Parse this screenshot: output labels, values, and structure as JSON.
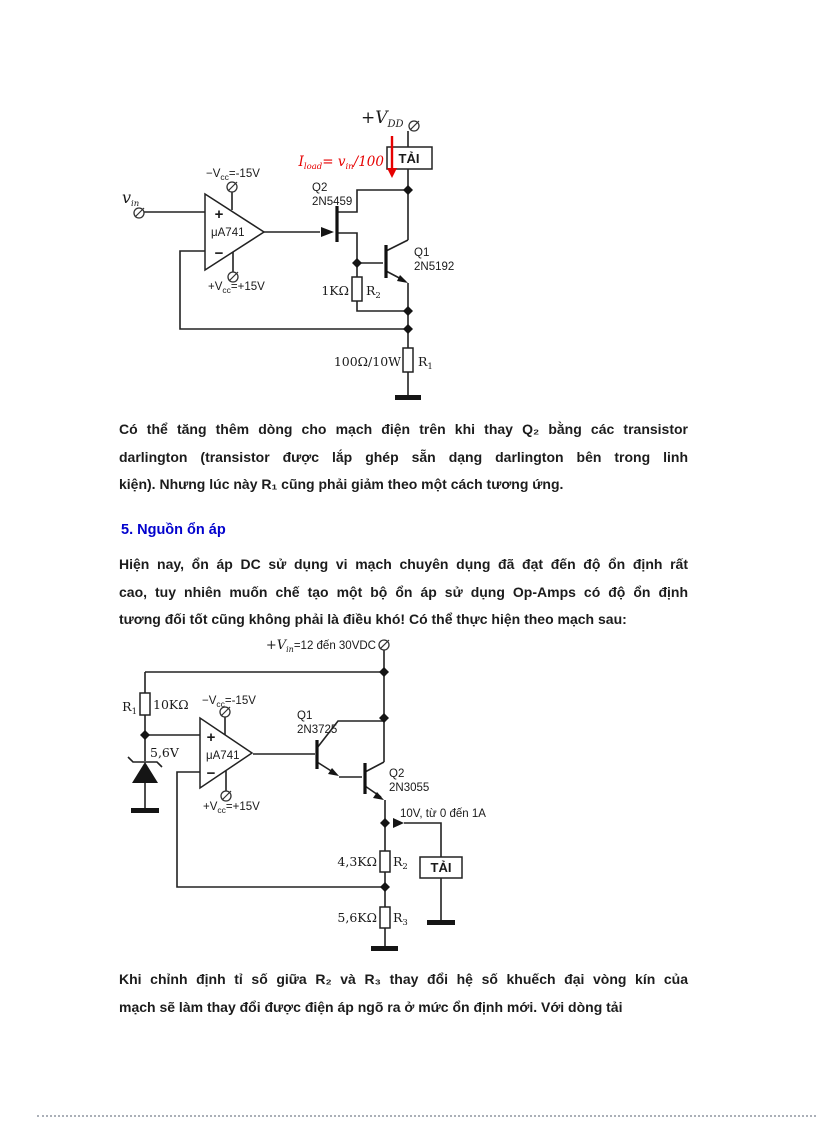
{
  "page": {
    "bg": "#ffffff",
    "text_color": "#1c1c1c",
    "accent_red": "#e60000",
    "heading_blue": "#0101cd"
  },
  "heading": {
    "label": "5. Nguồn ổn áp"
  },
  "paragraphs": {
    "p1": {
      "line1": "Có thể tăng thêm dòng cho mạch điện trên khi thay Q₂ bằng các transistor",
      "line2": "darlington (transistor được lắp ghép sẵn dạng darlington bên trong linh",
      "line3": "kiện). Nhưng  lúc này R₁ cũng phải giảm theo một cách tương ứng."
    },
    "p2": {
      "line1": "Hiện nay, ổn áp DC sử dụng vi mạch chuyên dụng đã đạt đến độ ổn định rất",
      "line2": "cao, tuy nhiên  muốn chế tạo một bộ ổn áp sử dụng Op-Amps có độ ổn định",
      "line3": "tương đối tốt cũng không phải là điều khó! Có thể thực hiện theo mạch sau:"
    },
    "p3": {
      "line1": "Khi chỉnh định tỉ số giữa R₂ và R₃ thay đổi hệ số khuếch đại vòng kín của",
      "line2": "mạch sẽ làm thay đổi được điện áp ngõ ra ở mức ổn định mới. Với dòng tải"
    }
  },
  "circuit1": {
    "vin": {
      "main": "v",
      "sub": "in"
    },
    "vdd": {
      "main": "+V",
      "sub": "DD"
    },
    "iload": {
      "i": "I",
      "i_sub": "load",
      "eq": "= ",
      "v": "v",
      "v_sub": "in",
      "denom": "/100"
    },
    "load_box": "TẢI",
    "opamp": {
      "name": "μA741",
      "plus": "+",
      "minus": "−"
    },
    "vcc_neg": {
      "main": "−V",
      "sub": "cc",
      "value": "=-15V"
    },
    "vcc_pos": {
      "main": "+V",
      "sub": "cc",
      "value": "=+15V"
    },
    "q2": {
      "name": "Q2",
      "part": "2N5459"
    },
    "q1": {
      "name": "Q1",
      "part": "2N5192"
    },
    "r2": {
      "value": "1KΩ",
      "ref": "R",
      "ref_sub": "2"
    },
    "r1": {
      "value": "100Ω/10W",
      "ref": "R",
      "ref_sub": "1"
    }
  },
  "circuit2": {
    "vin_rail": {
      "main": "+V",
      "sub": "in",
      "value": "=12 đến 30VDC"
    },
    "r1": {
      "ref": "R",
      "ref_sub": "1",
      "value": "10KΩ"
    },
    "zener": {
      "value": "5,6V"
    },
    "opamp": {
      "name": "μA741",
      "plus": "+",
      "minus": "−"
    },
    "vcc_neg": {
      "main": "−V",
      "sub": "cc",
      "value": "=-15V"
    },
    "vcc_pos": {
      "main": "+V",
      "sub": "cc",
      "value": "=+15V"
    },
    "q1": {
      "name": "Q1",
      "part": "2N3725"
    },
    "q2": {
      "name": "Q2",
      "part": "2N3055"
    },
    "output": {
      "label": "10V, từ 0 đến 1A"
    },
    "load_box": "TẢI",
    "r2": {
      "value": "4,3KΩ",
      "ref": "R",
      "ref_sub": "2"
    },
    "r3": {
      "value": "5,6KΩ",
      "ref": "R",
      "ref_sub": "3"
    }
  }
}
